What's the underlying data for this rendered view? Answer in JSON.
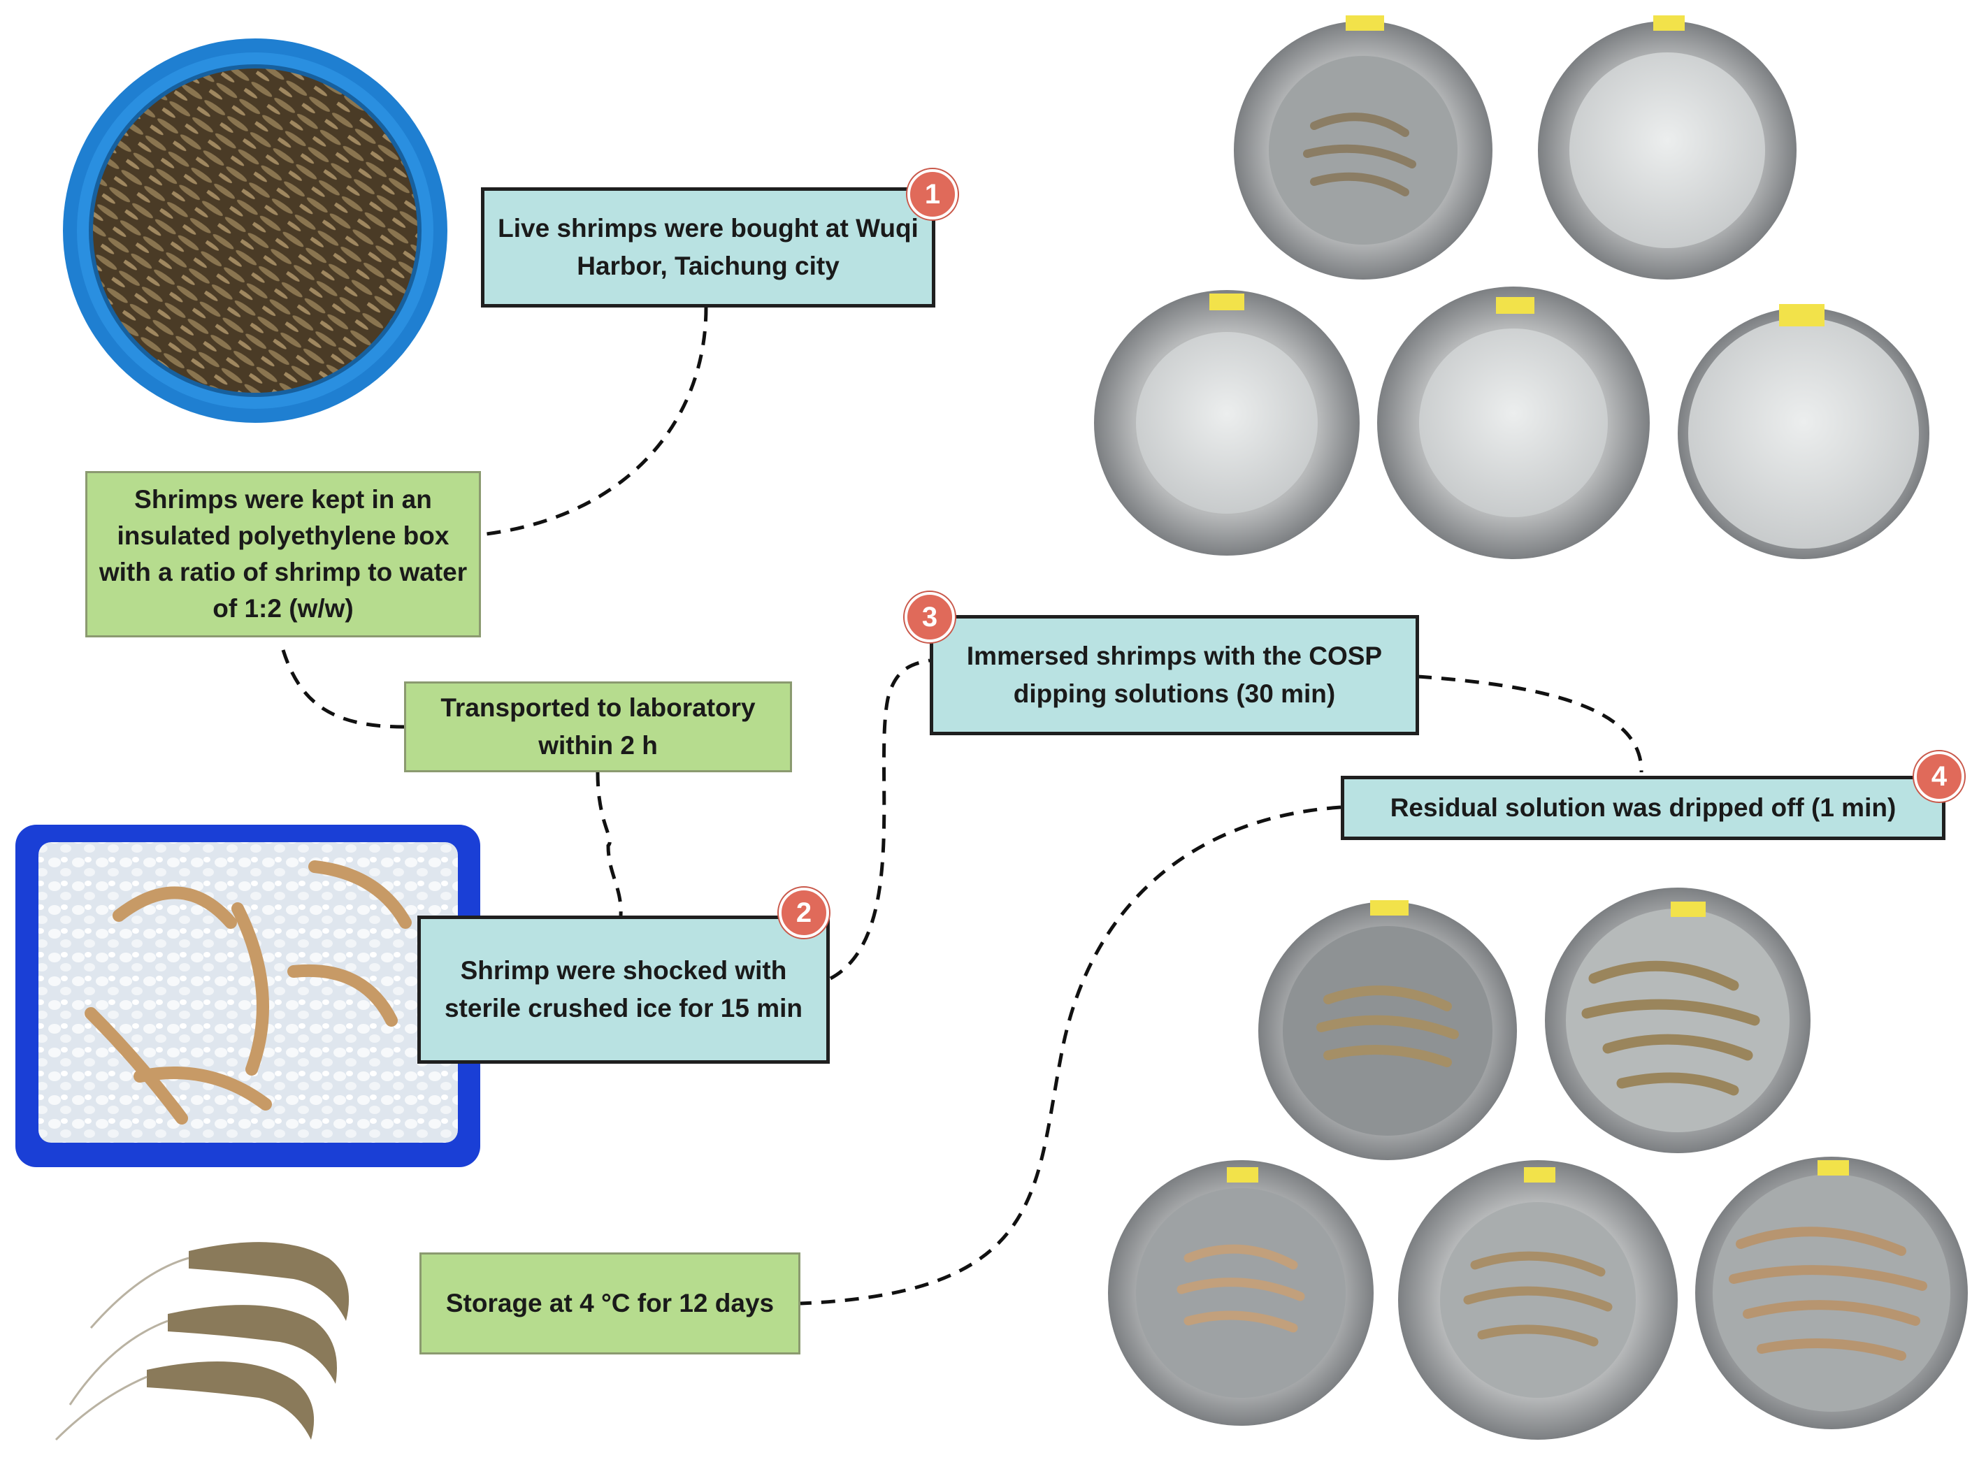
{
  "steps": {
    "s1": {
      "number": "1",
      "text": "Live shrimps were bought at Wuqi Harbor, Taichung city"
    },
    "s1b": {
      "text": "Shrimps were kept in an insulated polyethylene box with a ratio of shrimp to water of 1:2 (w/w)"
    },
    "s1c": {
      "text": "Transported to laboratory within 2 h"
    },
    "s2": {
      "number": "2",
      "text": "Shrimp were shocked with sterile crushed ice for 15 min"
    },
    "s3": {
      "number": "3",
      "text": "Immersed shrimps with the COSP dipping solutions (30 min)"
    },
    "s4": {
      "number": "4",
      "text": "Residual solution was dripped off (1 min)"
    },
    "s5": {
      "text": "Storage at 4 °C for 12 days"
    }
  },
  "colors": {
    "teal_box": "#b9e2e2",
    "green_box": "#b6dc8e",
    "badge": "#e06a5a",
    "tub_blue": "#1f7fd1",
    "tray_blue": "#1a3fd6"
  }
}
